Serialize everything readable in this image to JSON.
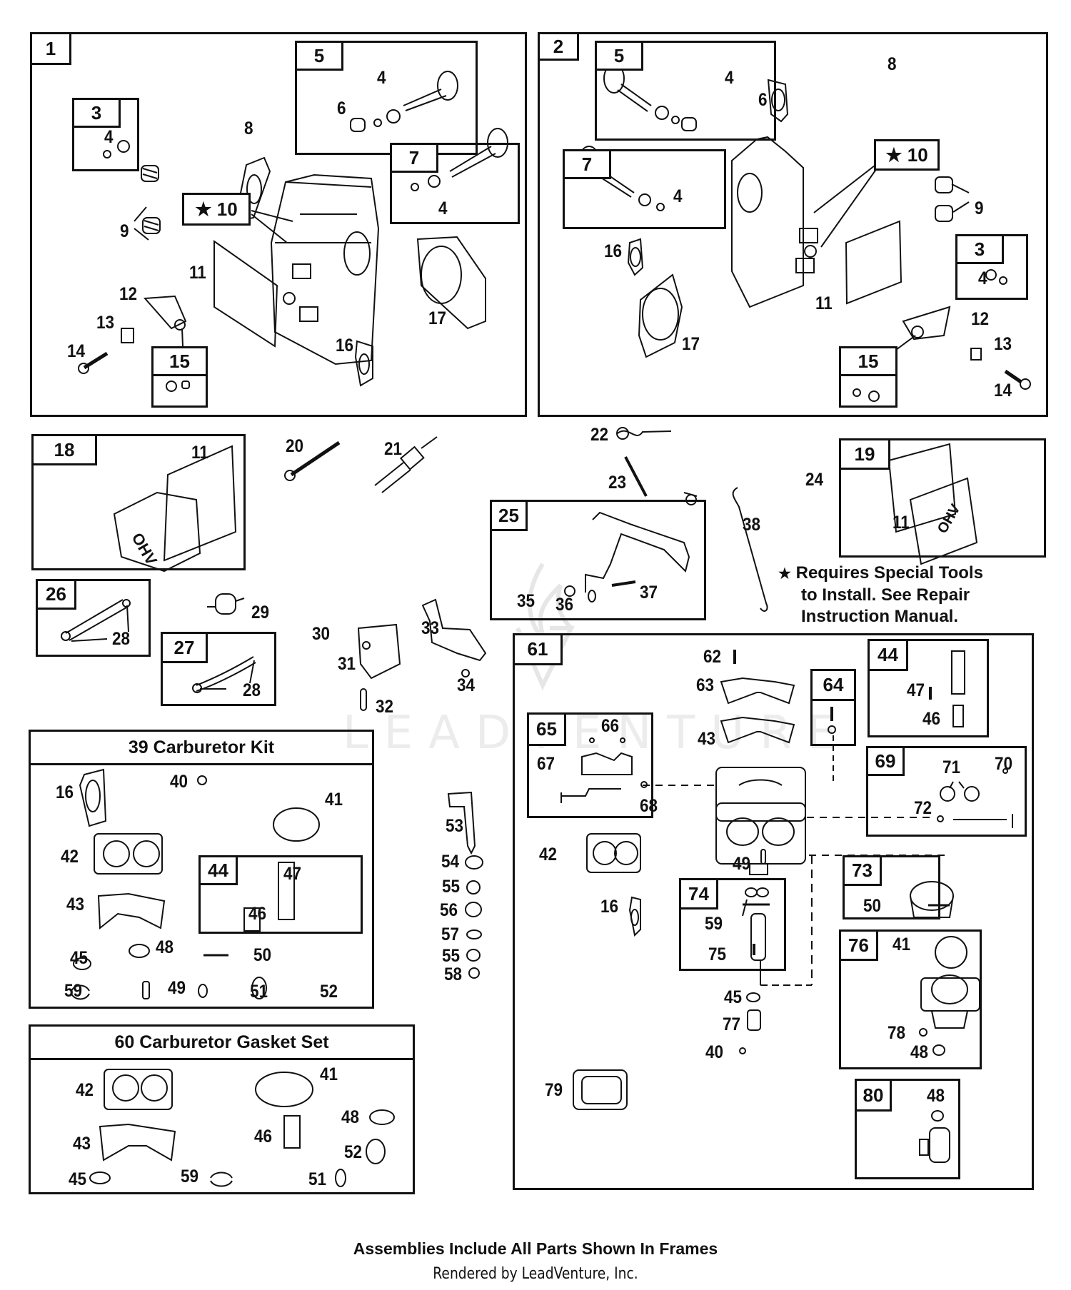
{
  "diagram": {
    "title_note": "Assemblies Include All Parts Shown In Frames",
    "rendered_by": "Rendered by LeadVenture, Inc.",
    "watermark": "LEADVENTURE",
    "special_tools_note": {
      "symbol": "★",
      "lines": [
        "Requires Special Tools",
        "to Install. See Repair",
        "Instruction Manual."
      ]
    },
    "frames": {
      "f1": {
        "label": "1"
      },
      "f2": {
        "label": "2"
      },
      "f1_5": {
        "label": "5"
      },
      "f1_3": {
        "label": "3"
      },
      "f1_7": {
        "label": "7"
      },
      "f1_10": {
        "label": "★ 10"
      },
      "f1_15": {
        "label": "15"
      },
      "f2_5": {
        "label": "5"
      },
      "f2_7": {
        "label": "7"
      },
      "f2_10": {
        "label": "★ 10"
      },
      "f2_3": {
        "label": "3"
      },
      "f2_15": {
        "label": "15"
      },
      "f18": {
        "label": "18"
      },
      "f19": {
        "label": "19"
      },
      "f25": {
        "label": "25"
      },
      "f26": {
        "label": "26"
      },
      "f27": {
        "label": "27"
      },
      "f39": {
        "label": "39  Carburetor Kit"
      },
      "f39_44": {
        "label": "44"
      },
      "f60": {
        "label": "60  Carburetor Gasket Set"
      },
      "f61": {
        "label": "61"
      },
      "f64": {
        "label": "64"
      },
      "f44": {
        "label": "44"
      },
      "f65": {
        "label": "65"
      },
      "f69": {
        "label": "69"
      },
      "f73": {
        "label": "73"
      },
      "f74": {
        "label": "74"
      },
      "f76": {
        "label": "76"
      },
      "f80": {
        "label": "80"
      }
    },
    "callouts": {
      "f1": [
        "4",
        "6",
        "4",
        "4",
        "8",
        "9",
        "11",
        "12",
        "13",
        "14",
        "16",
        "17"
      ],
      "f2": [
        "4",
        "6",
        "8",
        "4",
        "9",
        "16",
        "4",
        "11",
        "12",
        "17",
        "13",
        "14"
      ],
      "mid": [
        "11",
        "20",
        "21",
        "22",
        "23",
        "24",
        "11",
        "35",
        "36",
        "37",
        "38",
        "28",
        "29",
        "28",
        "30",
        "31",
        "32",
        "33",
        "34"
      ],
      "f39": [
        "16",
        "40",
        "41",
        "42",
        "43",
        "47",
        "46",
        "45",
        "48",
        "50",
        "59",
        "49",
        "51",
        "52"
      ],
      "col": [
        "53",
        "54",
        "55",
        "56",
        "57",
        "55",
        "58"
      ],
      "f60": [
        "42",
        "41",
        "48",
        "43",
        "46",
        "52",
        "45",
        "59",
        "51"
      ],
      "f61": [
        "62",
        "63",
        "43",
        "47",
        "46",
        "66",
        "67",
        "68",
        "71",
        "70",
        "72",
        "42",
        "49",
        "50",
        "16",
        "59",
        "75",
        "41",
        "45",
        "77",
        "78",
        "48",
        "40",
        "79",
        "48"
      ]
    }
  }
}
